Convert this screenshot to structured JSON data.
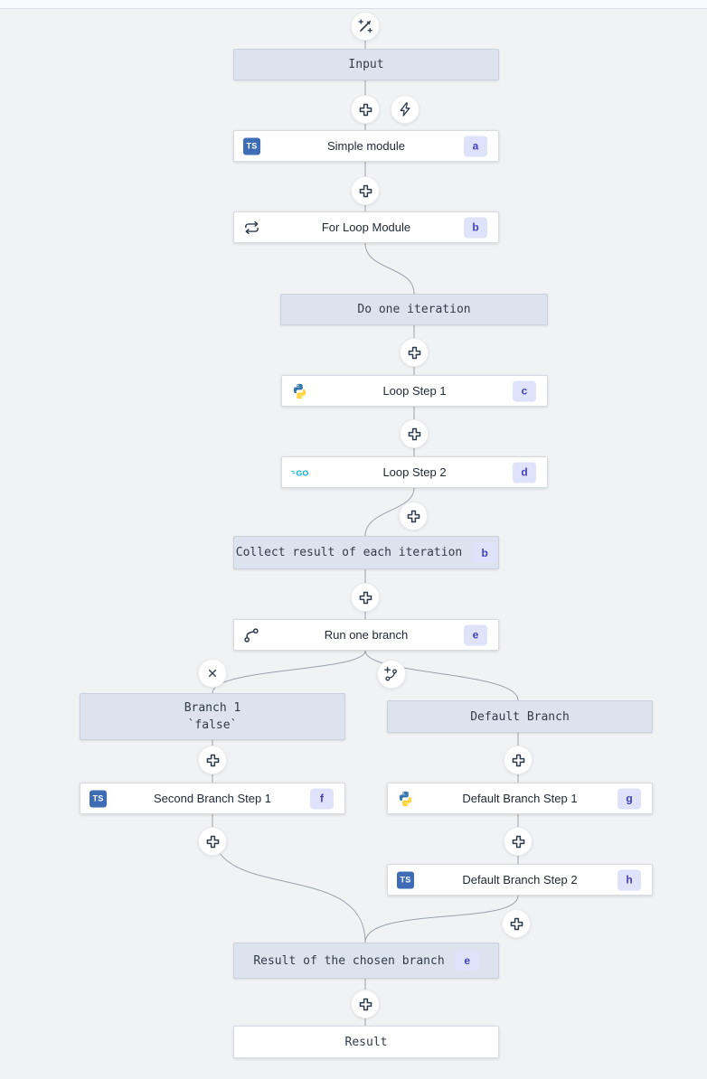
{
  "colors": {
    "canvas_bg": "#f1f2f4",
    "node_gray_bg": "#dde3ee",
    "node_gray_border": "#c9d1dd",
    "node_white_bg": "#ffffff",
    "badge_bg": "#dee2fb",
    "badge_text": "#4240bf",
    "connector": "#9aa1ab",
    "icon_stroke": "#2f3a4c",
    "ts_blue": "#3e6db5",
    "python_blue": "#3776ab",
    "python_yellow": "#ffd43b",
    "go_cyan": "#00acd8"
  },
  "icons": {
    "ai_builder": "wand-sparkles",
    "add_step": "plus",
    "trigger": "zap",
    "loop": "repeat",
    "branch": "git-branch",
    "remove_branch": "x",
    "add_branch": "git-branch-plus",
    "ts_text": "TS",
    "go_text": "GO"
  },
  "nodes": {
    "input": {
      "label": "Input"
    },
    "simple_module": {
      "label": "Simple module",
      "badge": "a",
      "language": "typescript"
    },
    "for_loop_module": {
      "label": "For Loop Module",
      "badge": "b"
    },
    "do_one_iteration": {
      "label": "Do one iteration"
    },
    "loop_step_1": {
      "label": "Loop Step 1",
      "badge": "c",
      "language": "python"
    },
    "loop_step_2": {
      "label": "Loop Step 2",
      "badge": "d",
      "language": "go"
    },
    "collect_result": {
      "label": "Collect result of each iteration",
      "badge": "b"
    },
    "run_one_branch": {
      "label": "Run one branch",
      "badge": "e"
    },
    "branch_1": {
      "label": "Branch 1",
      "sublabel": "`false`"
    },
    "default_branch": {
      "label": "Default Branch"
    },
    "second_branch_step_1": {
      "label": "Second Branch Step 1",
      "badge": "f",
      "language": "typescript"
    },
    "default_branch_step_1": {
      "label": "Default Branch Step 1",
      "badge": "g",
      "language": "python"
    },
    "default_branch_step_2": {
      "label": "Default Branch Step 2",
      "badge": "h",
      "language": "typescript"
    },
    "result_of_chosen_branch": {
      "label": "Result of the chosen branch",
      "badge": "e"
    },
    "result": {
      "label": "Result"
    }
  }
}
